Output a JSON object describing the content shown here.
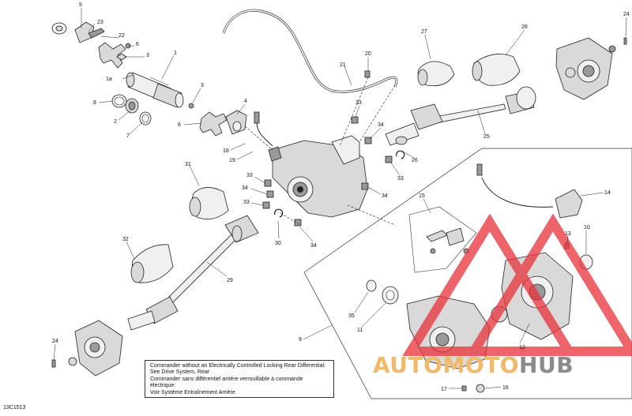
{
  "callouts": [
    {
      "id": "c5",
      "text": "5"
    },
    {
      "id": "c23",
      "text": "23"
    },
    {
      "id": "c22",
      "text": "22"
    },
    {
      "id": "c6a",
      "text": "6"
    },
    {
      "id": "c3a",
      "text": "3"
    },
    {
      "id": "c1",
      "text": "1"
    },
    {
      "id": "c1a",
      "text": "1a"
    },
    {
      "id": "c3b",
      "text": "3"
    },
    {
      "id": "c8",
      "text": "8"
    },
    {
      "id": "c2",
      "text": "2"
    },
    {
      "id": "c7",
      "text": "7"
    },
    {
      "id": "c6b",
      "text": "6"
    },
    {
      "id": "c4",
      "text": "4"
    },
    {
      "id": "c18",
      "text": "18"
    },
    {
      "id": "c19",
      "text": "19"
    },
    {
      "id": "c21",
      "text": "21"
    },
    {
      "id": "c20",
      "text": "20"
    },
    {
      "id": "c33a",
      "text": "33"
    },
    {
      "id": "c34a",
      "text": "34"
    },
    {
      "id": "c27",
      "text": "27"
    },
    {
      "id": "c28",
      "text": "28"
    },
    {
      "id": "c24a",
      "text": "24"
    },
    {
      "id": "c25",
      "text": "25"
    },
    {
      "id": "c26",
      "text": "26"
    },
    {
      "id": "c33b",
      "text": "33"
    },
    {
      "id": "c34b",
      "text": "34"
    },
    {
      "id": "c31",
      "text": "31"
    },
    {
      "id": "c33c",
      "text": "33"
    },
    {
      "id": "c34c",
      "text": "34"
    },
    {
      "id": "c33d",
      "text": "33"
    },
    {
      "id": "c30",
      "text": "30"
    },
    {
      "id": "c34d",
      "text": "34"
    },
    {
      "id": "c32",
      "text": "32"
    },
    {
      "id": "c29",
      "text": "29"
    },
    {
      "id": "c24b",
      "text": "24"
    },
    {
      "id": "c15",
      "text": "15"
    },
    {
      "id": "c14",
      "text": "14"
    },
    {
      "id": "c13",
      "text": "13"
    },
    {
      "id": "c10",
      "text": "10"
    },
    {
      "id": "c35",
      "text": "35"
    },
    {
      "id": "c11",
      "text": "11"
    },
    {
      "id": "c9",
      "text": "9"
    },
    {
      "id": "c12",
      "text": "12"
    },
    {
      "id": "c17",
      "text": "17"
    },
    {
      "id": "c16",
      "text": "16"
    }
  ],
  "note": {
    "line1": "Commander without an Electrically Controlled Locking Rear Differential:",
    "line2": "See Drive System, Rear",
    "line3": "Commander sans différentiel arrière verrouillable à commande électrique:",
    "line4": "Voir Système Entraînement Arrière"
  },
  "reference_code": "13C1513",
  "watermark": {
    "part1": "AUTO",
    "part2": "MOTO",
    "part3": "HUB"
  },
  "colors": {
    "watermark_red": "#e8323a",
    "watermark_orange": "#f2b96a",
    "watermark_gray": "#8a8a8a"
  }
}
